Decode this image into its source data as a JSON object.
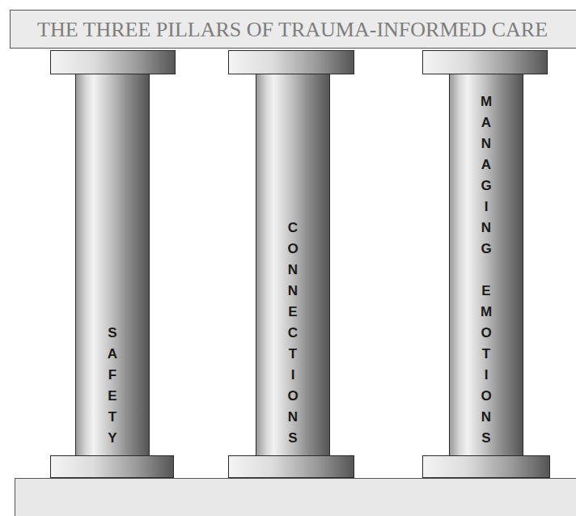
{
  "diagram": {
    "title": "THE THREE PILLARS OF TRAUMA-INFORMED CARE",
    "nodes": [
      {
        "text": [
          "SAFETY"
        ]
      },
      {
        "text": [
          "CONNECTIONS"
        ]
      },
      {
        "text": [
          "MANAGING EMOTIONS"
        ]
      }
    ]
  }
}
